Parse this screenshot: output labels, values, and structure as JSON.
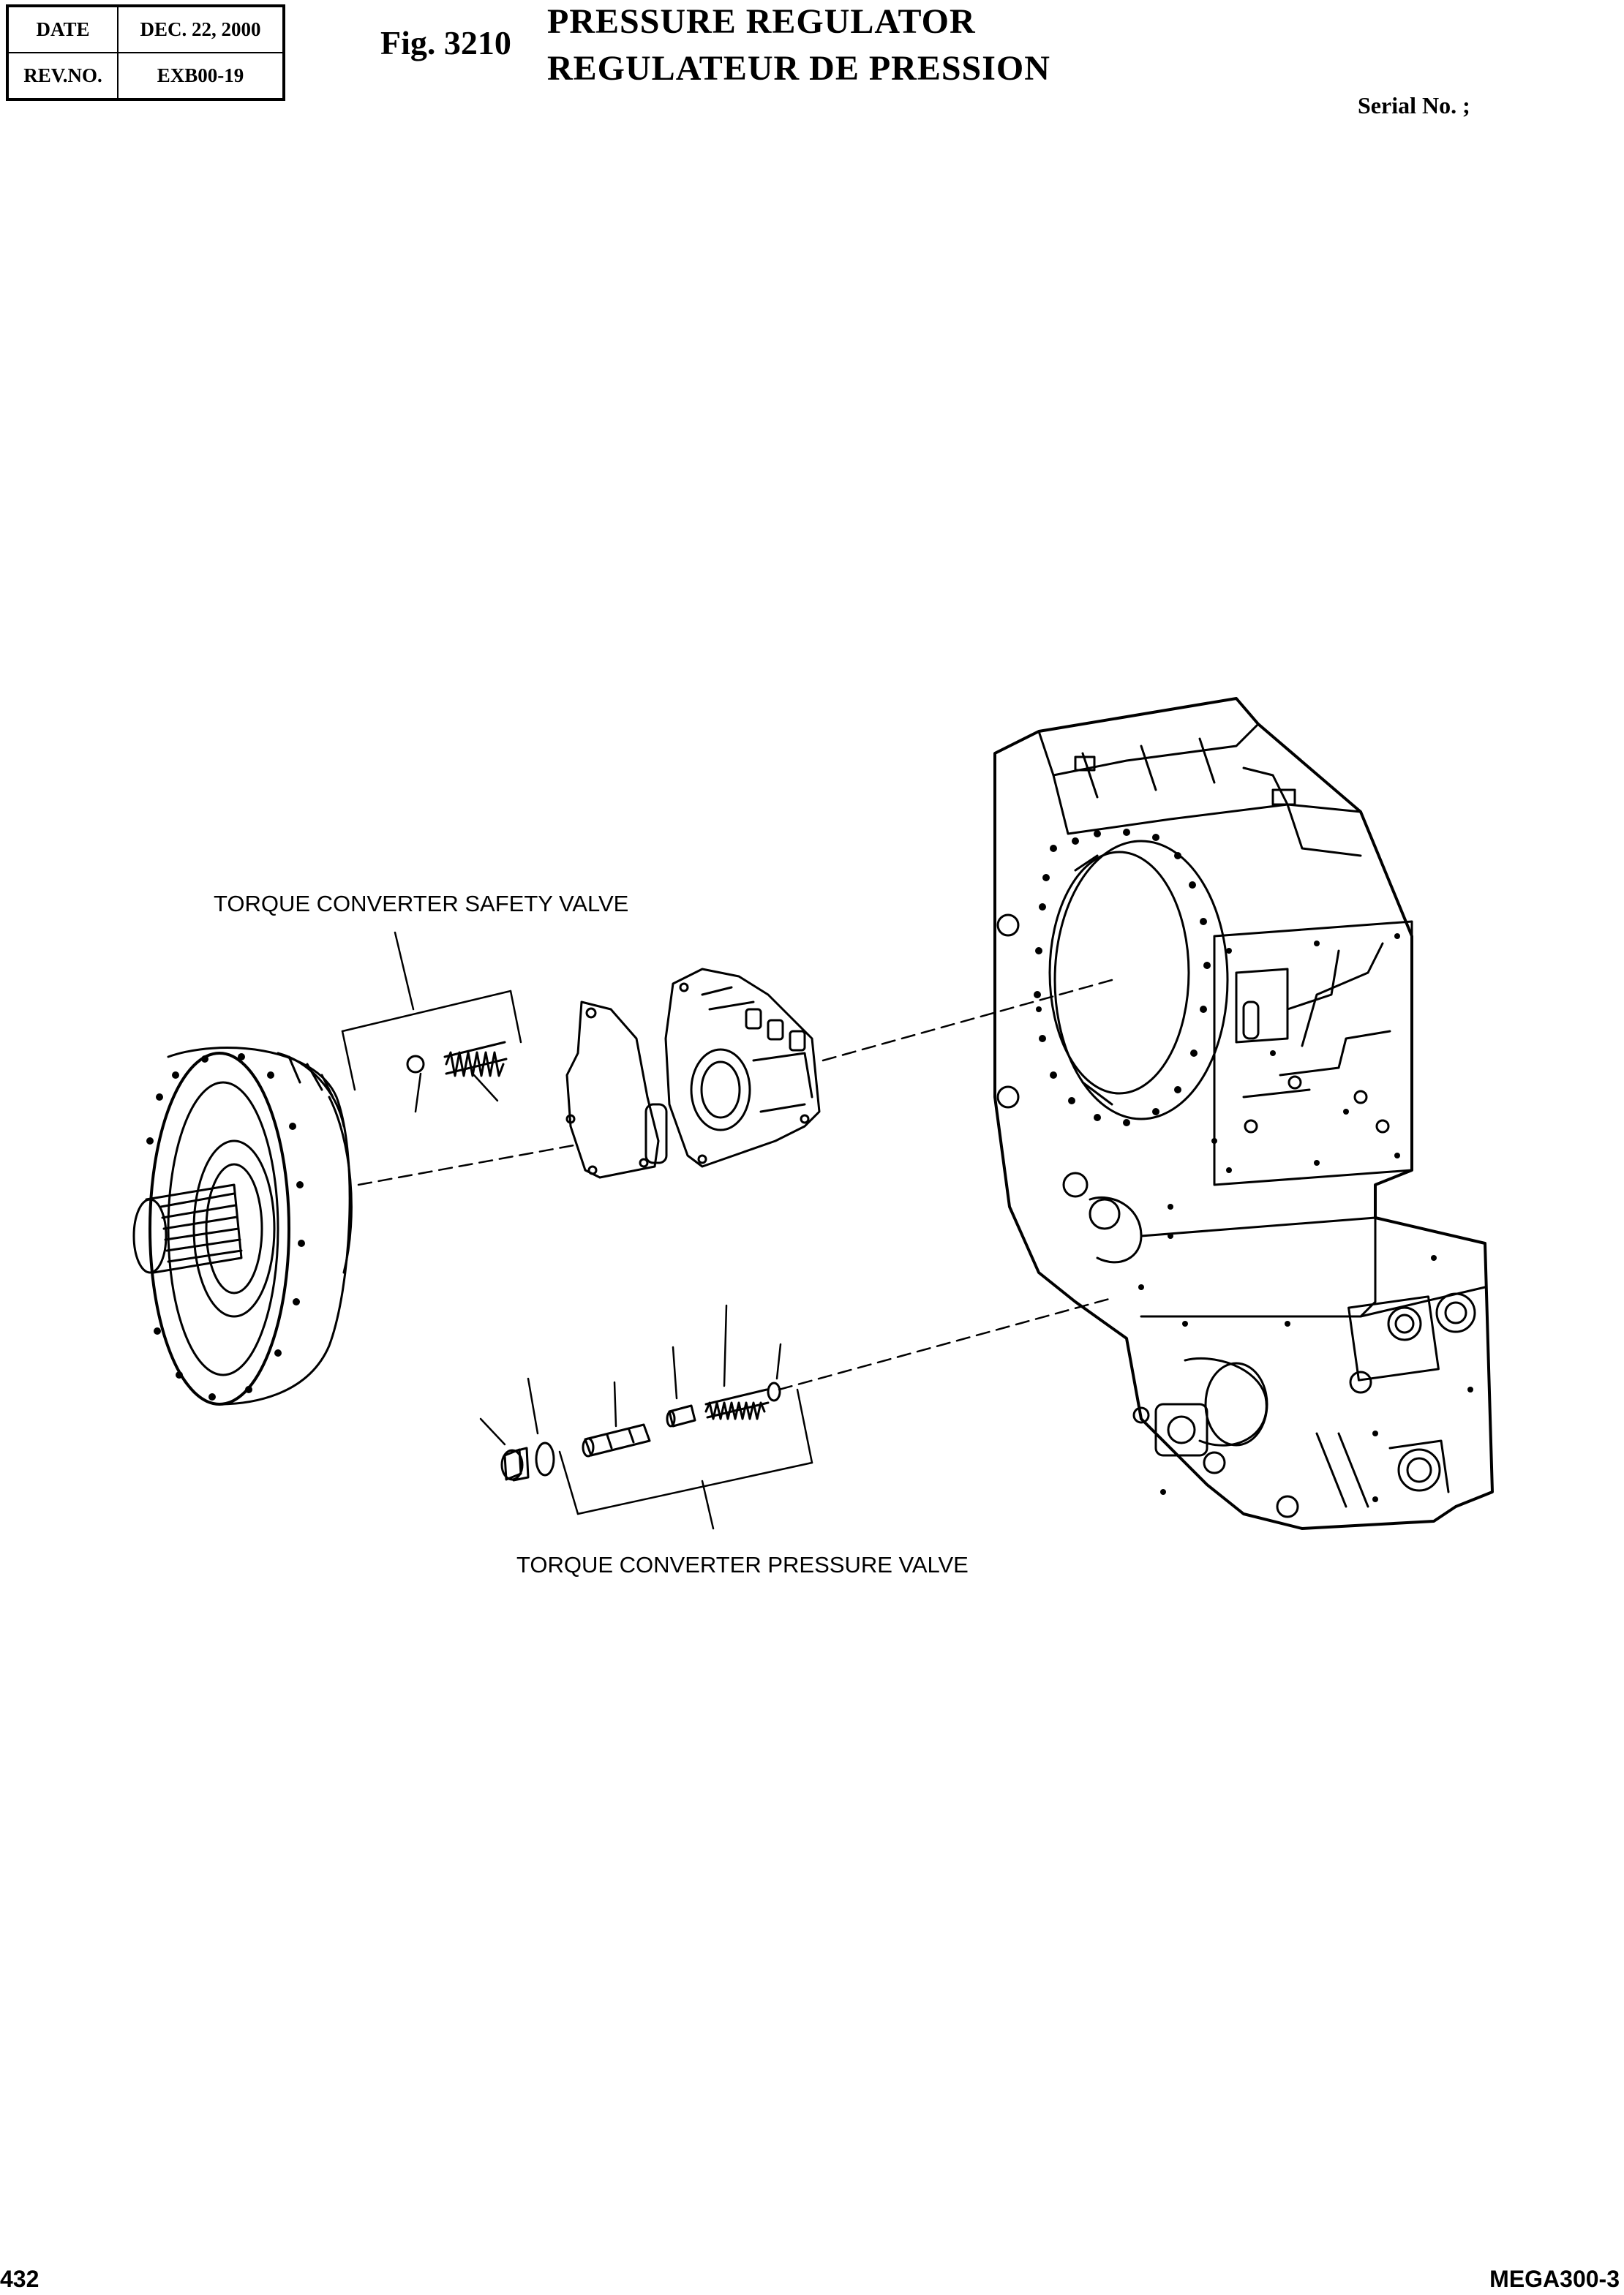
{
  "header": {
    "date_label": "DATE",
    "date_value": "DEC. 22, 2000",
    "rev_label": "REV.NO.",
    "rev_value": "EXB00-19",
    "fig_number": "Fig. 3210",
    "title_en": "PRESSURE REGULATOR",
    "title_fr": "REGULATEUR DE PRESSION",
    "serial": "Serial No. ;"
  },
  "callouts": {
    "safety_valve": "TORQUE CONVERTER SAFETY VALVE",
    "pressure_valve": "TORQUE CONVERTER PRESSURE VALVE"
  },
  "footer": {
    "page_number": "432",
    "document_code": "MEGA300-3"
  }
}
